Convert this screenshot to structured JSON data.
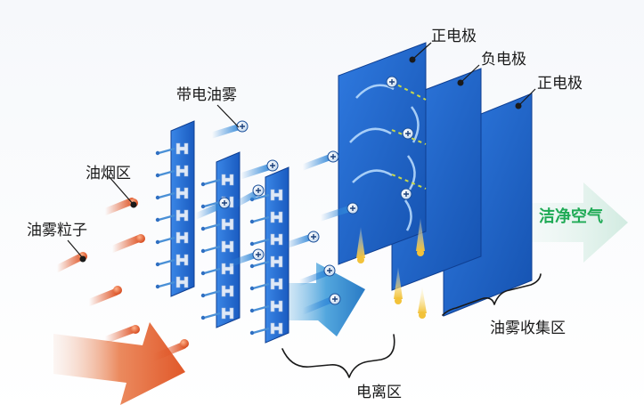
{
  "labels": {
    "positive_electrode_1": "正电极",
    "negative_electrode": "负电极",
    "positive_electrode_2": "正电极",
    "charged_oil_mist": "带电油雾",
    "fume_zone": "油烟区",
    "oil_mist_particles": "油雾粒子",
    "clean_air": "洁净空气",
    "ionization_zone": "电离区",
    "collection_zone": "油雾收集区"
  },
  "colors": {
    "plate_blue": "#1e63c6",
    "plate_edge": "#0f3f92",
    "oil_orange": "#e0582a",
    "clean_green": "#1faa55",
    "droplet_yellow": "#f2c23a"
  }
}
